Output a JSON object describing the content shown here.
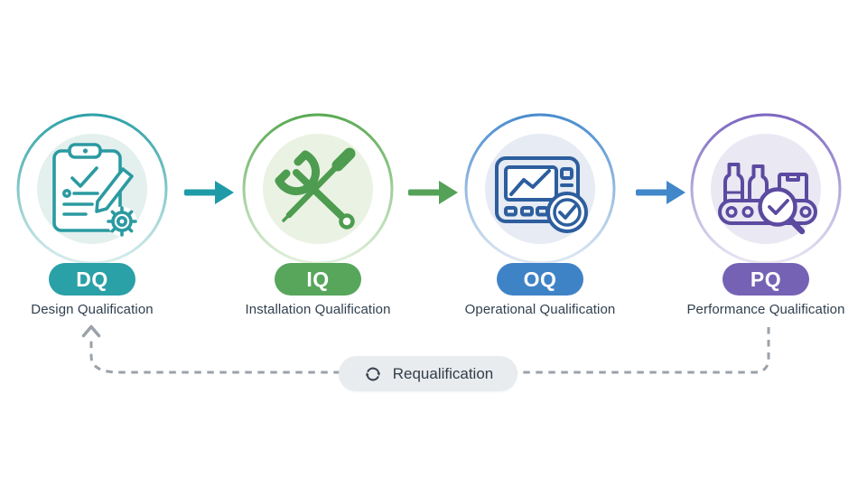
{
  "stages": [
    {
      "abbr": "DQ",
      "label": "Design Qualification",
      "badge_color": "#2AA0A7",
      "ring_color": "#2EA2A8",
      "ring_fade": "#D9EDEC",
      "fill_color": "#E3F0EE",
      "icon_color": "#2B9AA1",
      "icon": "clipboard-check-pencil-gear-icon"
    },
    {
      "abbr": "IQ",
      "label": "Installation Qualification",
      "badge_color": "#57A65B",
      "ring_color": "#5AAA54",
      "ring_fade": "#E2F0DC",
      "fill_color": "#EAF2E3",
      "icon_color": "#4D9C50",
      "icon": "wrench-screwdriver-icon"
    },
    {
      "abbr": "OQ",
      "label": "Operational Qualification",
      "badge_color": "#3F83C7",
      "ring_color": "#4A8CCE",
      "ring_fade": "#DFE8F4",
      "fill_color": "#E6EBF4",
      "icon_color": "#2D5E9E",
      "icon": "control-panel-check-icon"
    },
    {
      "abbr": "PQ",
      "label": "Performance Qualification",
      "badge_color": "#7562B5",
      "ring_color": "#7D67C1",
      "ring_fade": "#E8E5F3",
      "fill_color": "#EAE8F3",
      "icon_color": "#5C4AA0",
      "icon": "conveyor-inspection-icon"
    }
  ],
  "arrows": [
    {
      "color": "#1E9BA7"
    },
    {
      "color": "#55A158"
    },
    {
      "color": "#4187CA"
    }
  ],
  "requalification": {
    "label": "Requalification",
    "icon": "refresh-cycle-icon",
    "pill_bg": "#E9ECEF",
    "text_color": "#333D49",
    "icon_color": "#3A434F",
    "line_color": "#9BA2AA"
  },
  "background": "#FFFFFF",
  "label_color": "#31404F"
}
